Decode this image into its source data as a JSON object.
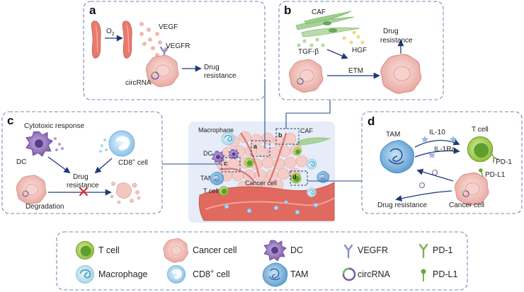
{
  "panels": {
    "a": {
      "letter": "a",
      "o2": "O",
      "o2_sub": "2",
      "vegf": "VEGF",
      "vegfr": "VEGFR",
      "circrna": "circRNA",
      "drug_resistance": [
        "Drug",
        "resistance"
      ]
    },
    "b": {
      "letter": "b",
      "caf": "CAF",
      "tgfb": "TGF-β",
      "hgf": "HGF",
      "etm": "ETM",
      "drug_resistance": [
        "Drug",
        "resistance"
      ]
    },
    "c": {
      "letter": "c",
      "cytotoxic": "Cytotoxic response",
      "dc": "DC",
      "cd8": "CD8",
      "cd8_sup": "+",
      "cd8_tail": " cell",
      "drug_resistance": [
        "Drug",
        "resistance"
      ],
      "degradation": "Degradation"
    },
    "d": {
      "letter": "d",
      "tam": "TAM",
      "il10": "IL-10",
      "il1ra": "IL-1Ra",
      "tcell": "T cell",
      "pd1": "PD-1",
      "pdl1": "PD-L1",
      "drug_resistance": "Drug resistance",
      "cancer_cell": "Cancer cell"
    },
    "center": {
      "macrophage": "Macrophage",
      "dc": "DC",
      "tam": "TAM",
      "tcell": "T cell",
      "cancer_cell": "Cancer cell",
      "caf": "CAF",
      "box_a": "a",
      "box_b": "b",
      "box_c": "c",
      "box_d": "d"
    }
  },
  "legend": [
    {
      "key": "tcell",
      "label": "T cell"
    },
    {
      "key": "cancer",
      "label": "Cancer cell"
    },
    {
      "key": "dc",
      "label": "DC"
    },
    {
      "key": "vegfr",
      "label": "VEGFR"
    },
    {
      "key": "pd1",
      "label": "PD-1"
    },
    {
      "key": "macrophage",
      "label": "Macrophage"
    },
    {
      "key": "cd8",
      "label": "CD8",
      "sup": "+",
      "tail": " cell"
    },
    {
      "key": "tam",
      "label": "TAM"
    },
    {
      "key": "circrna",
      "label": "circRNA"
    },
    {
      "key": "pdl1",
      "label": "PD-L1"
    }
  ],
  "colors": {
    "frame": "#7e85b5",
    "arrow": "#1f3a7a",
    "cancer": "#f2c6c1",
    "tcell_outer": "#b9d66a",
    "tcell_inner": "#5e9e2c",
    "dc": "#8c6fb8",
    "cd8": "#9fcbea",
    "tam": "#6aa7d6",
    "caf": "#a9d39a",
    "vessel": "#e0736b",
    "inhibit": "#e02020"
  }
}
